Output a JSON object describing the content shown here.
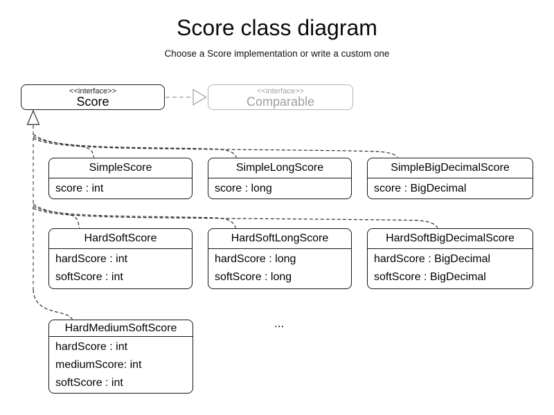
{
  "header": {
    "title": "Score class diagram",
    "subtitle": "Choose a Score implementation or write a custom one"
  },
  "interfaces": {
    "score": {
      "stereotype": "<<interface>>",
      "name": "Score"
    },
    "comparable": {
      "stereotype": "<<interface>>",
      "name": "Comparable"
    }
  },
  "classes": [
    {
      "name": "SimpleScore",
      "attributes": [
        "score : int"
      ]
    },
    {
      "name": "SimpleLongScore",
      "attributes": [
        "score : long"
      ]
    },
    {
      "name": "SimpleBigDecimalScore",
      "attributes": [
        "score : BigDecimal"
      ]
    },
    {
      "name": "HardSoftScore",
      "attributes": [
        "hardScore : int",
        "softScore : int"
      ]
    },
    {
      "name": "HardSoftLongScore",
      "attributes": [
        "hardScore : long",
        "softScore : long"
      ]
    },
    {
      "name": "HardSoftBigDecimalScore",
      "attributes": [
        "hardScore : BigDecimal",
        "softScore : BigDecimal"
      ]
    },
    {
      "name": "HardMediumSoftScore",
      "attributes": [
        "hardScore : int",
        "mediumScore: int",
        "softScore : int"
      ]
    }
  ],
  "ellipsis": "...",
  "colors": {
    "box_border": "#141414",
    "muted_gray": "#a0a0a0",
    "connector_dark": "#2b2b2b",
    "connector_spine": "#555555",
    "connector_muted": "#aaaaaa",
    "background": "#ffffff"
  }
}
